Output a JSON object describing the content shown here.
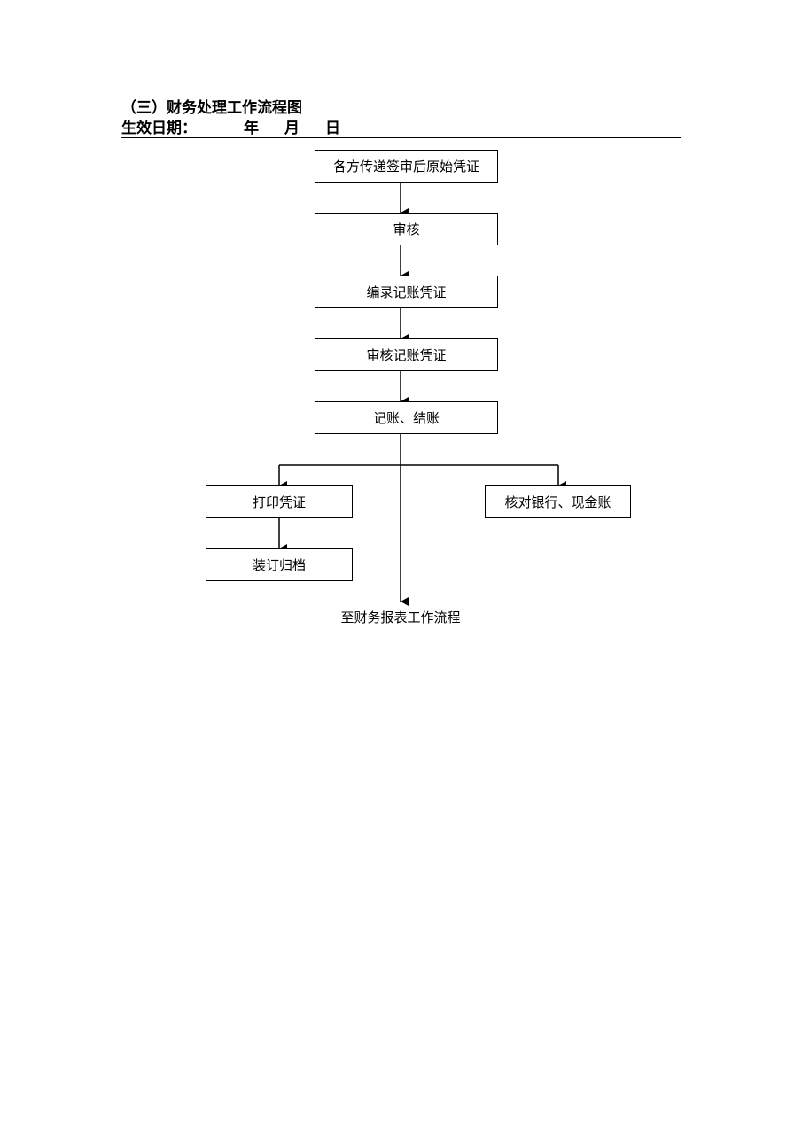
{
  "header": {
    "title": "（三）财务处理工作流程图",
    "date_label": "生效日期：",
    "year_label": "年",
    "month_label": "月",
    "day_label": "日"
  },
  "flowchart": {
    "steps": [
      "各方传递签审后原始凭证",
      "审核",
      "编录记账凭证",
      "审核记账凭证",
      "记账、结账"
    ],
    "left_branch": [
      "打印凭证",
      "装订归档"
    ],
    "right_branch": "核对银行、现金账",
    "end_label": "至财务报表工作流程"
  }
}
